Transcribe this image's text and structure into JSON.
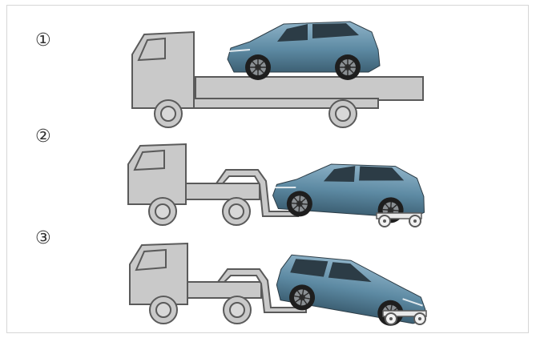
{
  "steps": [
    {
      "label": "①",
      "method": "flatbed"
    },
    {
      "label": "②",
      "method": "wheel-lift-front-raised-rear-dollies"
    },
    {
      "label": "③",
      "method": "wheel-lift-rear-raised-front-dollies"
    }
  ],
  "colors": {
    "truck_fill": "#c9c9c9",
    "truck_stroke": "#5a5a5a",
    "car_body": "#5f8aa3",
    "car_dark": "#2c3c46",
    "tire": "#1e1e1e"
  }
}
